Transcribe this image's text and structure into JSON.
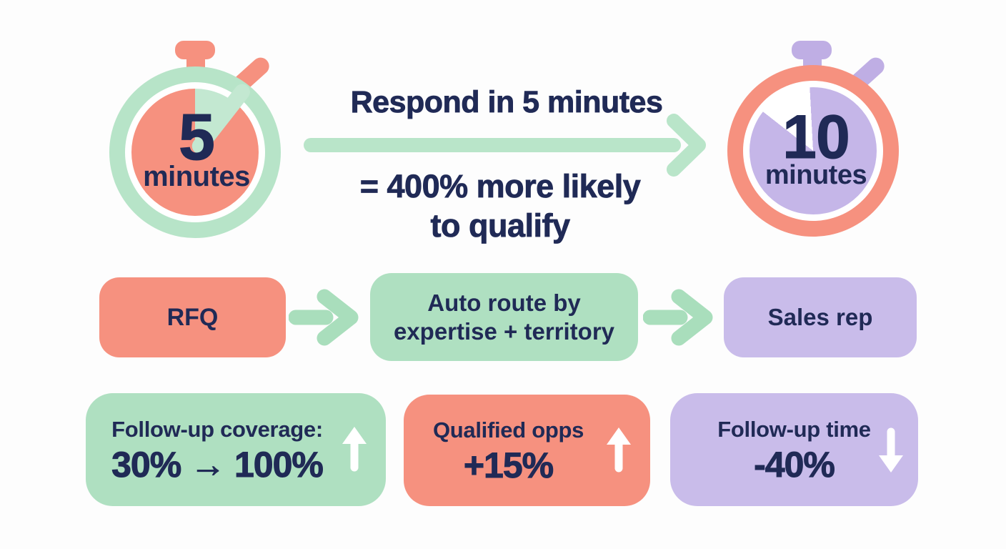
{
  "colors": {
    "background": "#FDFDFD",
    "navy": "#202A56",
    "coral": "#F6917F",
    "green": "#AFE0C1",
    "green_arrow": "#A9DEBC",
    "green_ring": "#B7E4C8",
    "green_wedge": "#C3E8D1",
    "purple": "#C9BCEA",
    "purple_face": "#C5B6E8",
    "purple_button": "#BFAEE4",
    "white": "#FFFFFF"
  },
  "hero": {
    "headline": "Respond in 5 minutes",
    "subline_line1": "= 400% more likely",
    "subline_line2": "to qualify",
    "left_stopwatch": {
      "value": "5",
      "unit": "minutes"
    },
    "right_stopwatch": {
      "value": "10",
      "unit": "minutes"
    }
  },
  "flow": {
    "steps": [
      {
        "label": "RFQ"
      },
      {
        "line1": "Auto route by",
        "line2": "expertise + territory"
      },
      {
        "label": "Sales rep"
      }
    ]
  },
  "stats": [
    {
      "title": "Follow-up coverage:",
      "value": "30% → 100%",
      "trend": "up"
    },
    {
      "title": "Qualified opps",
      "value": "+15%",
      "trend": "up"
    },
    {
      "title": "Follow-up time",
      "value": "-40%",
      "trend": "down"
    }
  ]
}
